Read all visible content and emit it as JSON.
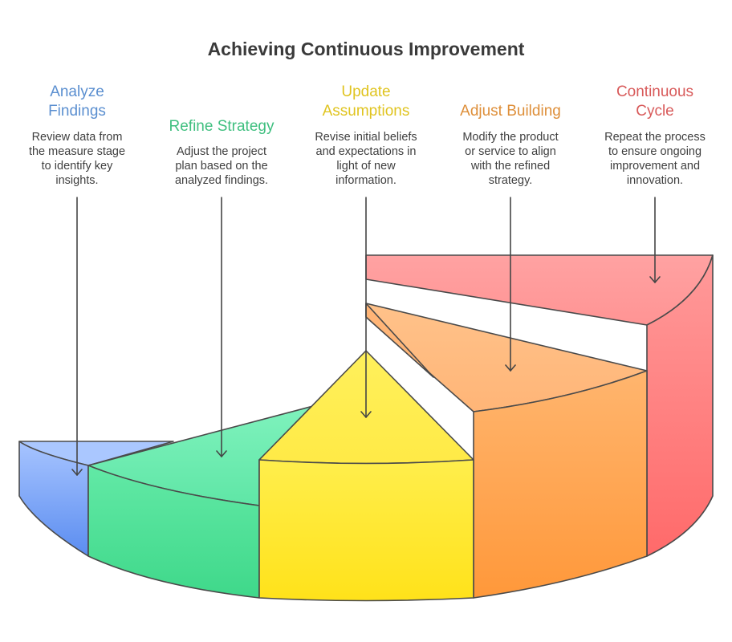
{
  "title": "Achieving Continuous Improvement",
  "stages": [
    {
      "id": "analyze",
      "title": "Analyze\nFindings",
      "description": "Review data from\nthe measure stage\nto identify key\ninsights.",
      "color": "#5b8fd0",
      "fill": "#7fa9f5"
    },
    {
      "id": "refine",
      "title": "Refine Strategy",
      "description": "Adjust the project\nplan based on the\nanalyzed findings.",
      "color": "#3fbf7f",
      "fill": "#5fe6a0"
    },
    {
      "id": "update",
      "title": "Update\nAssumptions",
      "description": "Revise initial beliefs\nand expectations in\nlight of new\ninformation.",
      "color": "#e0c420",
      "fill": "#ffe84a"
    },
    {
      "id": "adjust",
      "title": "Adjust Building",
      "description": "Modify the product\nor service to align\nwith the refined\nstrategy.",
      "color": "#de8f3a",
      "fill": "#ffae66"
    },
    {
      "id": "cycle",
      "title": "Continuous\nCycle",
      "description": "Repeat the process\nto ensure ongoing\nimprovement and\ninnovation.",
      "color": "#d85a5a",
      "fill": "#ff8a8a"
    }
  ]
}
